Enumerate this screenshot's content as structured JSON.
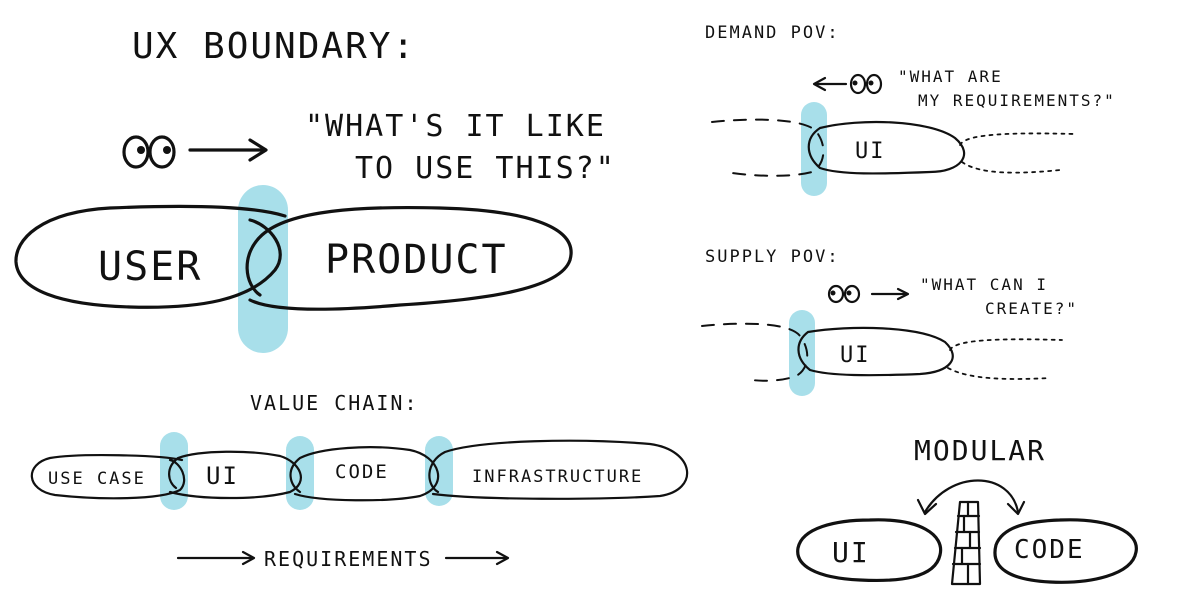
{
  "colors": {
    "ink": "#111111",
    "highlight": "#a8dfea",
    "background": "#ffffff"
  },
  "ux_boundary": {
    "title": "UX BOUNDARY:",
    "quote_line1": "\"WHAT'S IT LIKE",
    "quote_line2": "TO USE THIS?\"",
    "user_label": "USER",
    "product_label": "PRODUCT"
  },
  "value_chain": {
    "title": "VALUE CHAIN:",
    "items": [
      "USE CASE",
      "UI",
      "CODE",
      "INFRASTRUCTURE"
    ],
    "footer": "REQUIREMENTS"
  },
  "demand_pov": {
    "title": "DEMAND POV:",
    "quote_line1": "\"WHAT ARE",
    "quote_line2": "MY REQUIREMENTS?\"",
    "ui_label": "UI"
  },
  "supply_pov": {
    "title": "SUPPLY POV:",
    "quote_line1": "\"WHAT CAN I",
    "quote_line2": "CREATE?\"",
    "ui_label": "UI"
  },
  "modular": {
    "title": "MODULAR",
    "left_label": "UI",
    "right_label": "CODE"
  }
}
